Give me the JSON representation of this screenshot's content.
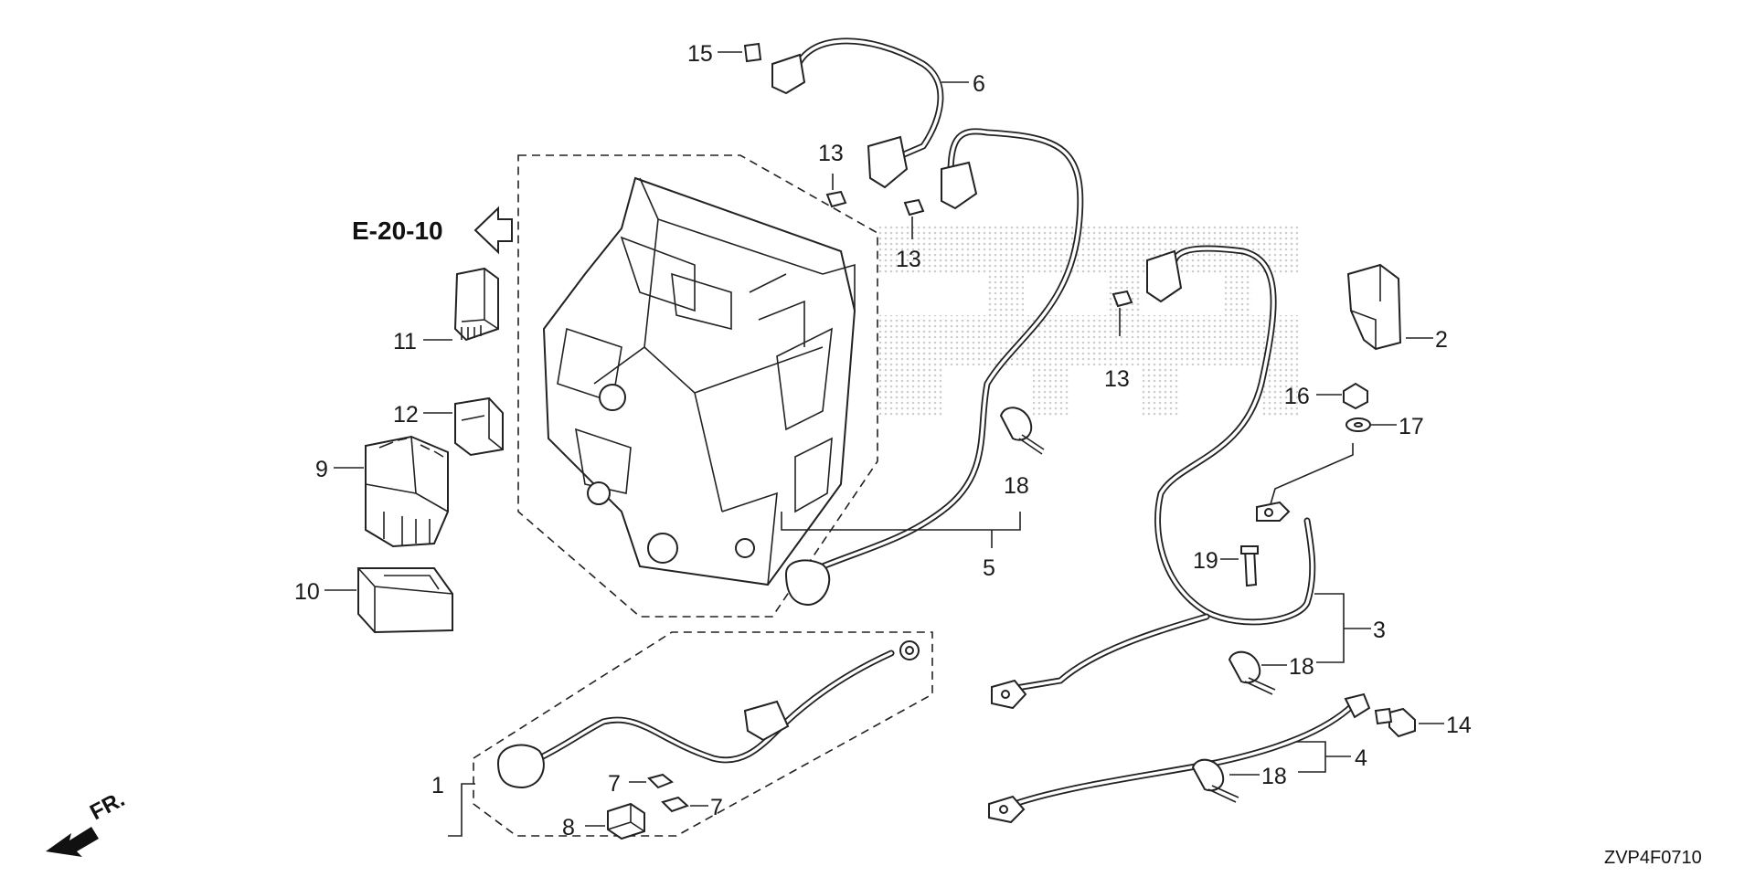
{
  "diagram": {
    "reference": "E-20-10",
    "front_marker": "FR.",
    "drawing_code": "ZVP4F0710",
    "callouts": {
      "c1": "1",
      "c2": "2",
      "c3": "3",
      "c4": "4",
      "c5": "5",
      "c6": "6",
      "c7a": "7",
      "c7b": "7",
      "c8": "8",
      "c9": "9",
      "c10": "10",
      "c11": "11",
      "c12": "12",
      "c13a": "13",
      "c13b": "13",
      "c13c": "13",
      "c14": "14",
      "c15": "15",
      "c16": "16",
      "c17": "17",
      "c18a": "18",
      "c18b": "18",
      "c18c": "18",
      "c19": "19"
    }
  },
  "colors": {
    "line": "#222222",
    "watermark": "#d9d9d9"
  }
}
